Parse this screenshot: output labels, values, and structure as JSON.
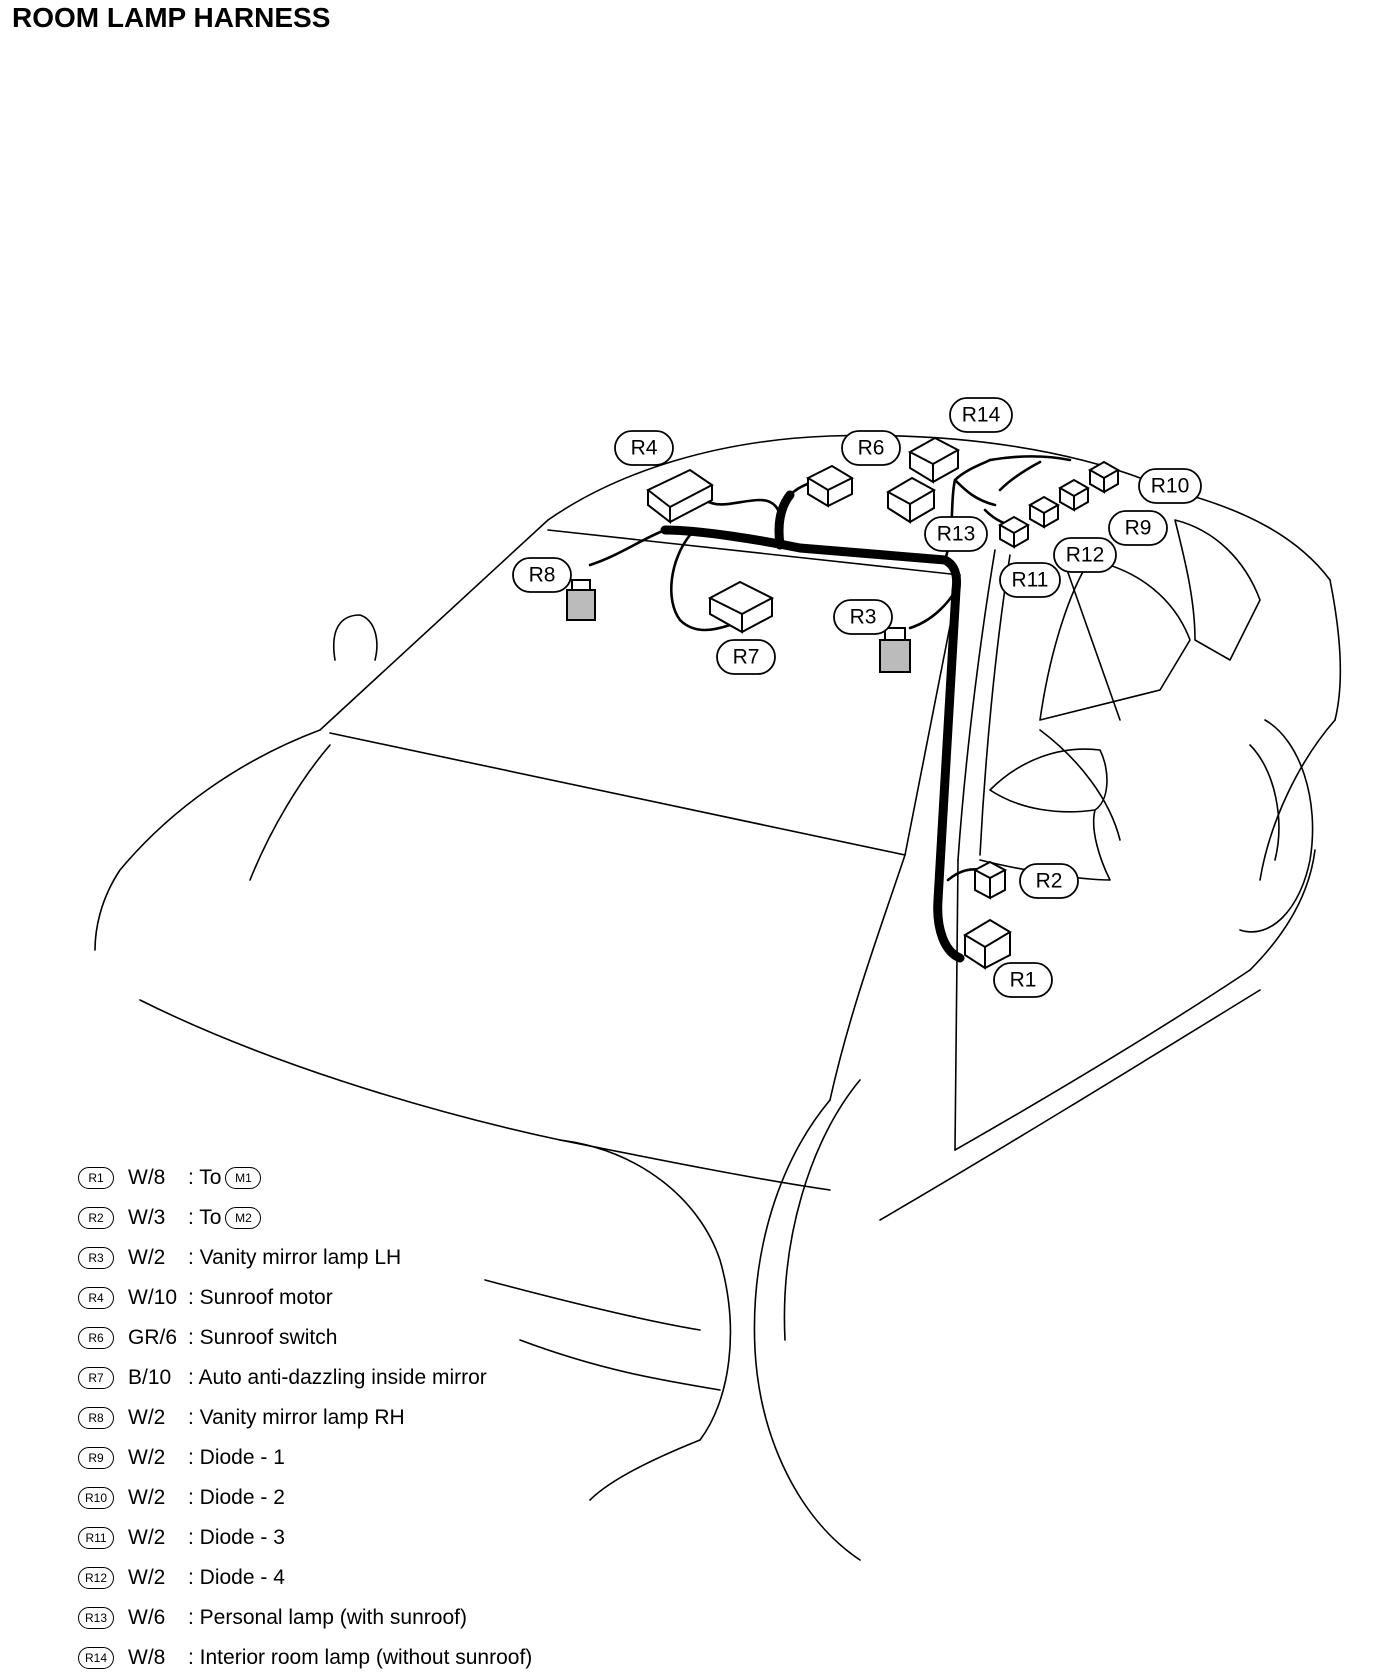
{
  "title": "ROOM LAMP HARNESS",
  "connectors": [
    {
      "id": "R1",
      "label": "R1"
    },
    {
      "id": "R2",
      "label": "R2"
    },
    {
      "id": "R3",
      "label": "R3"
    },
    {
      "id": "R4",
      "label": "R4"
    },
    {
      "id": "R6",
      "label": "R6"
    },
    {
      "id": "R7",
      "label": "R7"
    },
    {
      "id": "R8",
      "label": "R8"
    },
    {
      "id": "R9",
      "label": "R9"
    },
    {
      "id": "R10",
      "label": "R10"
    },
    {
      "id": "R11",
      "label": "R11"
    },
    {
      "id": "R12",
      "label": "R12"
    },
    {
      "id": "R13",
      "label": "R13"
    },
    {
      "id": "R14",
      "label": "R14"
    }
  ],
  "legend": [
    {
      "badge": "R1",
      "code": "W/8",
      "desc": ": To",
      "ref": "M1"
    },
    {
      "badge": "R2",
      "code": "W/3",
      "desc": ": To",
      "ref": "M2"
    },
    {
      "badge": "R3",
      "code": "W/2",
      "desc": ": Vanity mirror lamp LH",
      "ref": ""
    },
    {
      "badge": "R4",
      "code": "W/10",
      "desc": ": Sunroof motor",
      "ref": ""
    },
    {
      "badge": "R6",
      "code": "GR/6",
      "desc": ": Sunroof switch",
      "ref": ""
    },
    {
      "badge": "R7",
      "code": "B/10",
      "desc": ": Auto anti-dazzling inside mirror",
      "ref": ""
    },
    {
      "badge": "R8",
      "code": "W/2",
      "desc": ": Vanity mirror lamp RH",
      "ref": ""
    },
    {
      "badge": "R9",
      "code": "W/2",
      "desc": ": Diode - 1",
      "ref": ""
    },
    {
      "badge": "R10",
      "code": "W/2",
      "desc": ": Diode - 2",
      "ref": ""
    },
    {
      "badge": "R11",
      "code": "W/2",
      "desc": ": Diode - 3",
      "ref": ""
    },
    {
      "badge": "R12",
      "code": "W/2",
      "desc": ": Diode - 4",
      "ref": ""
    },
    {
      "badge": "R13",
      "code": "W/6",
      "desc": ": Personal lamp (with sunroof)",
      "ref": ""
    },
    {
      "badge": "R14",
      "code": "W/8",
      "desc": ": Interior room lamp (without sunroof)",
      "ref": ""
    }
  ]
}
